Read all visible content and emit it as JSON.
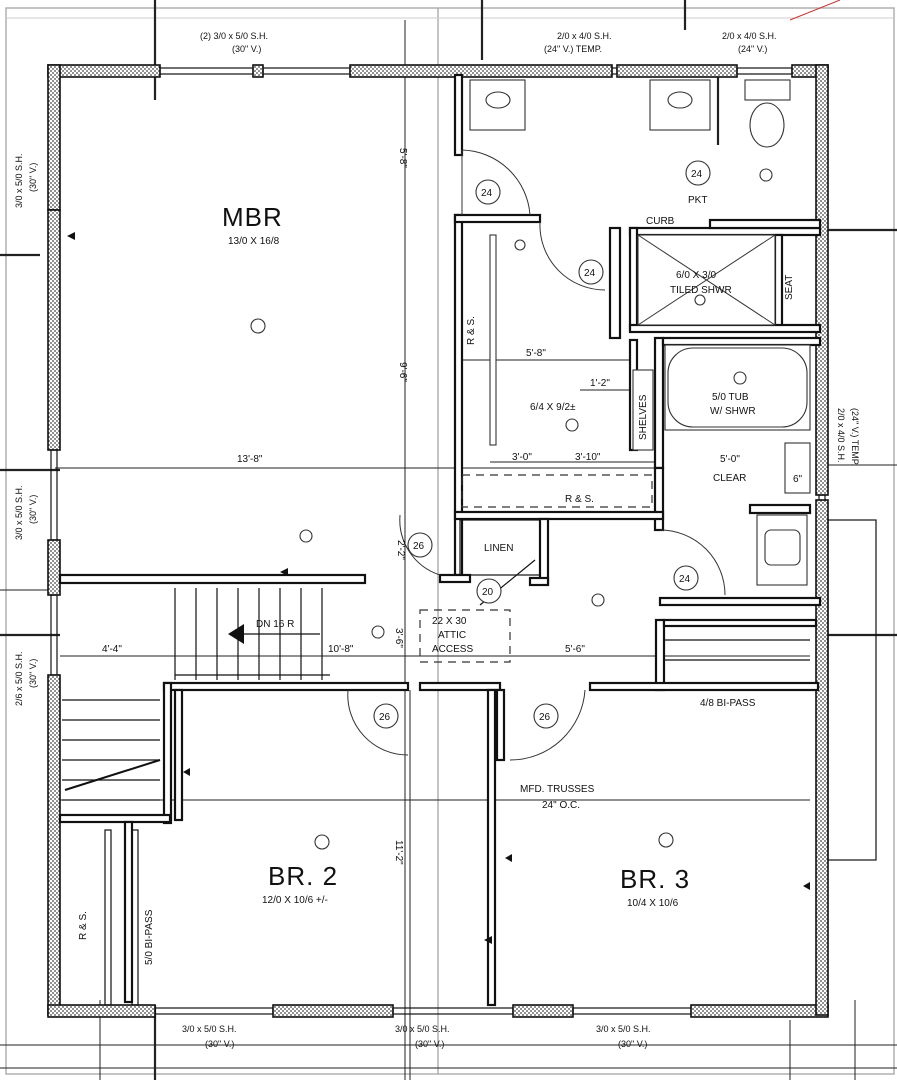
{
  "rooms": {
    "mbr": {
      "name": "MBR",
      "size": "13/0 X 16/8"
    },
    "br2": {
      "name": "BR. 2",
      "size": "12/0 X 10/6 +/-"
    },
    "br3": {
      "name": "BR. 3",
      "size": "10/4 X 10/6"
    },
    "closet": {
      "size": "6/4 X 9/2±"
    }
  },
  "labels": {
    "shower": "6/0 X 3/0",
    "shower2": "TILED SHWR",
    "seat": "SEAT",
    "curb": "CURB",
    "pkt": "PKT",
    "tub1": "5/0 TUB",
    "tub2": "W/ SHWR",
    "shelves": "SHELVES",
    "linen": "LINEN",
    "rs": "R & S.",
    "clear": "5'-0\"",
    "clear2": "CLEAR",
    "clear_dim": "6\"",
    "stairs": "DN 16 R",
    "attic1": "22 X 30",
    "attic2": "ATTIC",
    "attic3": "ACCESS",
    "bipass_br3": "4/8 BI-PASS",
    "bipass_br2": "5/0 BI-PASS",
    "trusses1": "MFD. TRUSSES",
    "trusses2": "24\" O.C."
  },
  "windows": {
    "top_left": [
      "(2) 3/0 x 5/0 S.H.",
      "(30\" V.)"
    ],
    "top_mid": [
      "2/0 x 4/0 S.H.",
      "(24\" V.) TEMP."
    ],
    "top_right": [
      "2/0 x 4/0 S.H.",
      "(24\" V.)"
    ],
    "left_1": [
      "3/0 x 5/0 S.H.",
      "(30\" V.)"
    ],
    "left_2": [
      "3/0 x 5/0 S.H.",
      "(30\" V.)"
    ],
    "left_3": [
      "2/6 x 5/0 S.H.",
      "(30\" V.)"
    ],
    "right_1": [
      "2/0 x 4/0 S.H.",
      "(24\" V.) TEMP."
    ],
    "bottom_1": [
      "3/0 x 5/0 S.H.",
      "(30\" V.)"
    ],
    "bottom_2": [
      "3/0 x 5/0 S.H.",
      "(30\" V.)"
    ],
    "bottom_3": [
      "3/0 x 5/0 S.H.",
      "(30\" V.)"
    ]
  },
  "dimensions": {
    "d_5_8_v": "5'-8\"",
    "d_9_6": "9'-6\"",
    "d_13_8": "13'-8\"",
    "d_5_8_h": "5'-8\"",
    "d_1_2": "1'-2\"",
    "d_3_0": "3'-0\"",
    "d_3_10": "3'-10\"",
    "d_2_2": "2'-2\"",
    "d_4_4": "4'-4\"",
    "d_10_8": "10'-8\"",
    "d_3_6": "3'-6\"",
    "d_5_6": "5'-6\"",
    "d_11_2": "11'-2\""
  },
  "door_tags": {
    "d1": "24",
    "d2": "24",
    "d3": "24",
    "d4": "26",
    "d5": "20",
    "d6": "24",
    "d7": "26",
    "d8": "26"
  }
}
